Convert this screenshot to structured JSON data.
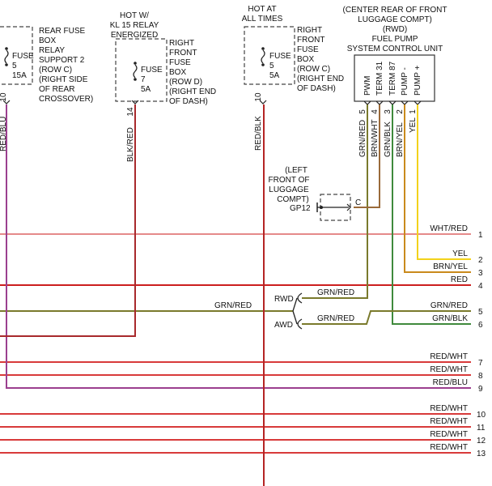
{
  "fuses": {
    "rear": {
      "label": "FUSE",
      "number": "5",
      "amps": "15A",
      "pin": "10",
      "wire": "RED/BLU",
      "location": [
        "REAR FUSE",
        "BOX",
        "RELAY",
        "SUPPORT 2",
        "(ROW C)",
        "(RIGHT SIDE",
        "OF REAR",
        "CROSSOVER)"
      ]
    },
    "relay": {
      "header": [
        "HOT W/",
        "KL 15 RELAY",
        "ENERGIZED"
      ],
      "label": "FUSE",
      "number": "7",
      "amps": "5A",
      "pin": "14",
      "wire": "BLK/RED",
      "location": [
        "RIGHT",
        "FRONT",
        "FUSE",
        "BOX",
        "(ROW D)",
        "(RIGHT END",
        "OF DASH)"
      ]
    },
    "hot": {
      "header": [
        "HOT AT",
        "ALL TIMES"
      ],
      "label": "FUSE",
      "number": "5",
      "amps": "5A",
      "pin": "10",
      "wire": "RED/BLK",
      "location": [
        "RIGHT",
        "FRONT",
        "FUSE",
        "BOX",
        "(ROW C)",
        "(RIGHT END",
        "OF DASH)"
      ]
    }
  },
  "module": {
    "header": [
      "(CENTER REAR OF FRONT",
      "LUGGAGE COMPT)",
      "(RWD)",
      "FUEL PUMP",
      "SYSTEM CONTROL UNIT"
    ],
    "pins": [
      {
        "name": "PWM",
        "num": "5",
        "wire": "GRN/RED"
      },
      {
        "name": "TERM 31",
        "num": "4",
        "wire": "BRN/WHT"
      },
      {
        "name": "TERM 87",
        "num": "3",
        "wire": "GRN/BLK"
      },
      {
        "name": "PUMP -",
        "num": "2",
        "wire": "BRN/YEL"
      },
      {
        "name": "PUMP +",
        "num": "1",
        "wire": "YEL"
      }
    ]
  },
  "ground": {
    "location": [
      "(LEFT",
      "FRONT OF",
      "LUGGAGE",
      "COMPT)"
    ],
    "id": "GP12",
    "connector": "C"
  },
  "splice": {
    "input_wire": "GRN/RED",
    "rwd": {
      "label": "RWD",
      "wire": "GRN/RED"
    },
    "awd": {
      "label": "AWD",
      "wire": "GRN/RED"
    }
  },
  "harness": [
    {
      "num": "1",
      "wire": "WHT/RED",
      "color": "#e58a8a"
    },
    {
      "num": "2",
      "wire": "YEL",
      "color": "#f2d21b"
    },
    {
      "num": "3",
      "wire": "BRN/YEL",
      "color": "#c98a1c"
    },
    {
      "num": "4",
      "wire": "RED",
      "color": "#cc1f1f"
    },
    {
      "num": "5",
      "wire": "GRN/RED",
      "color": "#7a7a2c"
    },
    {
      "num": "6",
      "wire": "GRN/BLK",
      "color": "#3f8a3c"
    },
    {
      "num": "7",
      "wire": "RED/WHT",
      "color": "#d83a3a"
    },
    {
      "num": "8",
      "wire": "RED/WHT",
      "color": "#d83a3a"
    },
    {
      "num": "9",
      "wire": "RED/BLU",
      "color": "#9b3f8f"
    },
    {
      "num": "10",
      "wire": "RED/WHT",
      "color": "#d83a3a"
    },
    {
      "num": "11",
      "wire": "RED/WHT",
      "color": "#d83a3a"
    },
    {
      "num": "12",
      "wire": "RED/WHT",
      "color": "#d83a3a"
    },
    {
      "num": "13",
      "wire": "RED/WHT",
      "color": "#d83a3a"
    }
  ],
  "colors": {
    "red": "#cc1f1f",
    "red_blk": "#b52424",
    "blk_red": "#a8292c",
    "red_blu": "#9b3f8f",
    "grn_red": "#7a7a2c",
    "brn_wht": "#9a6a3a",
    "grn_blk": "#3f8a3c",
    "brn_yel": "#c98a1c",
    "yel": "#f2d21b"
  }
}
